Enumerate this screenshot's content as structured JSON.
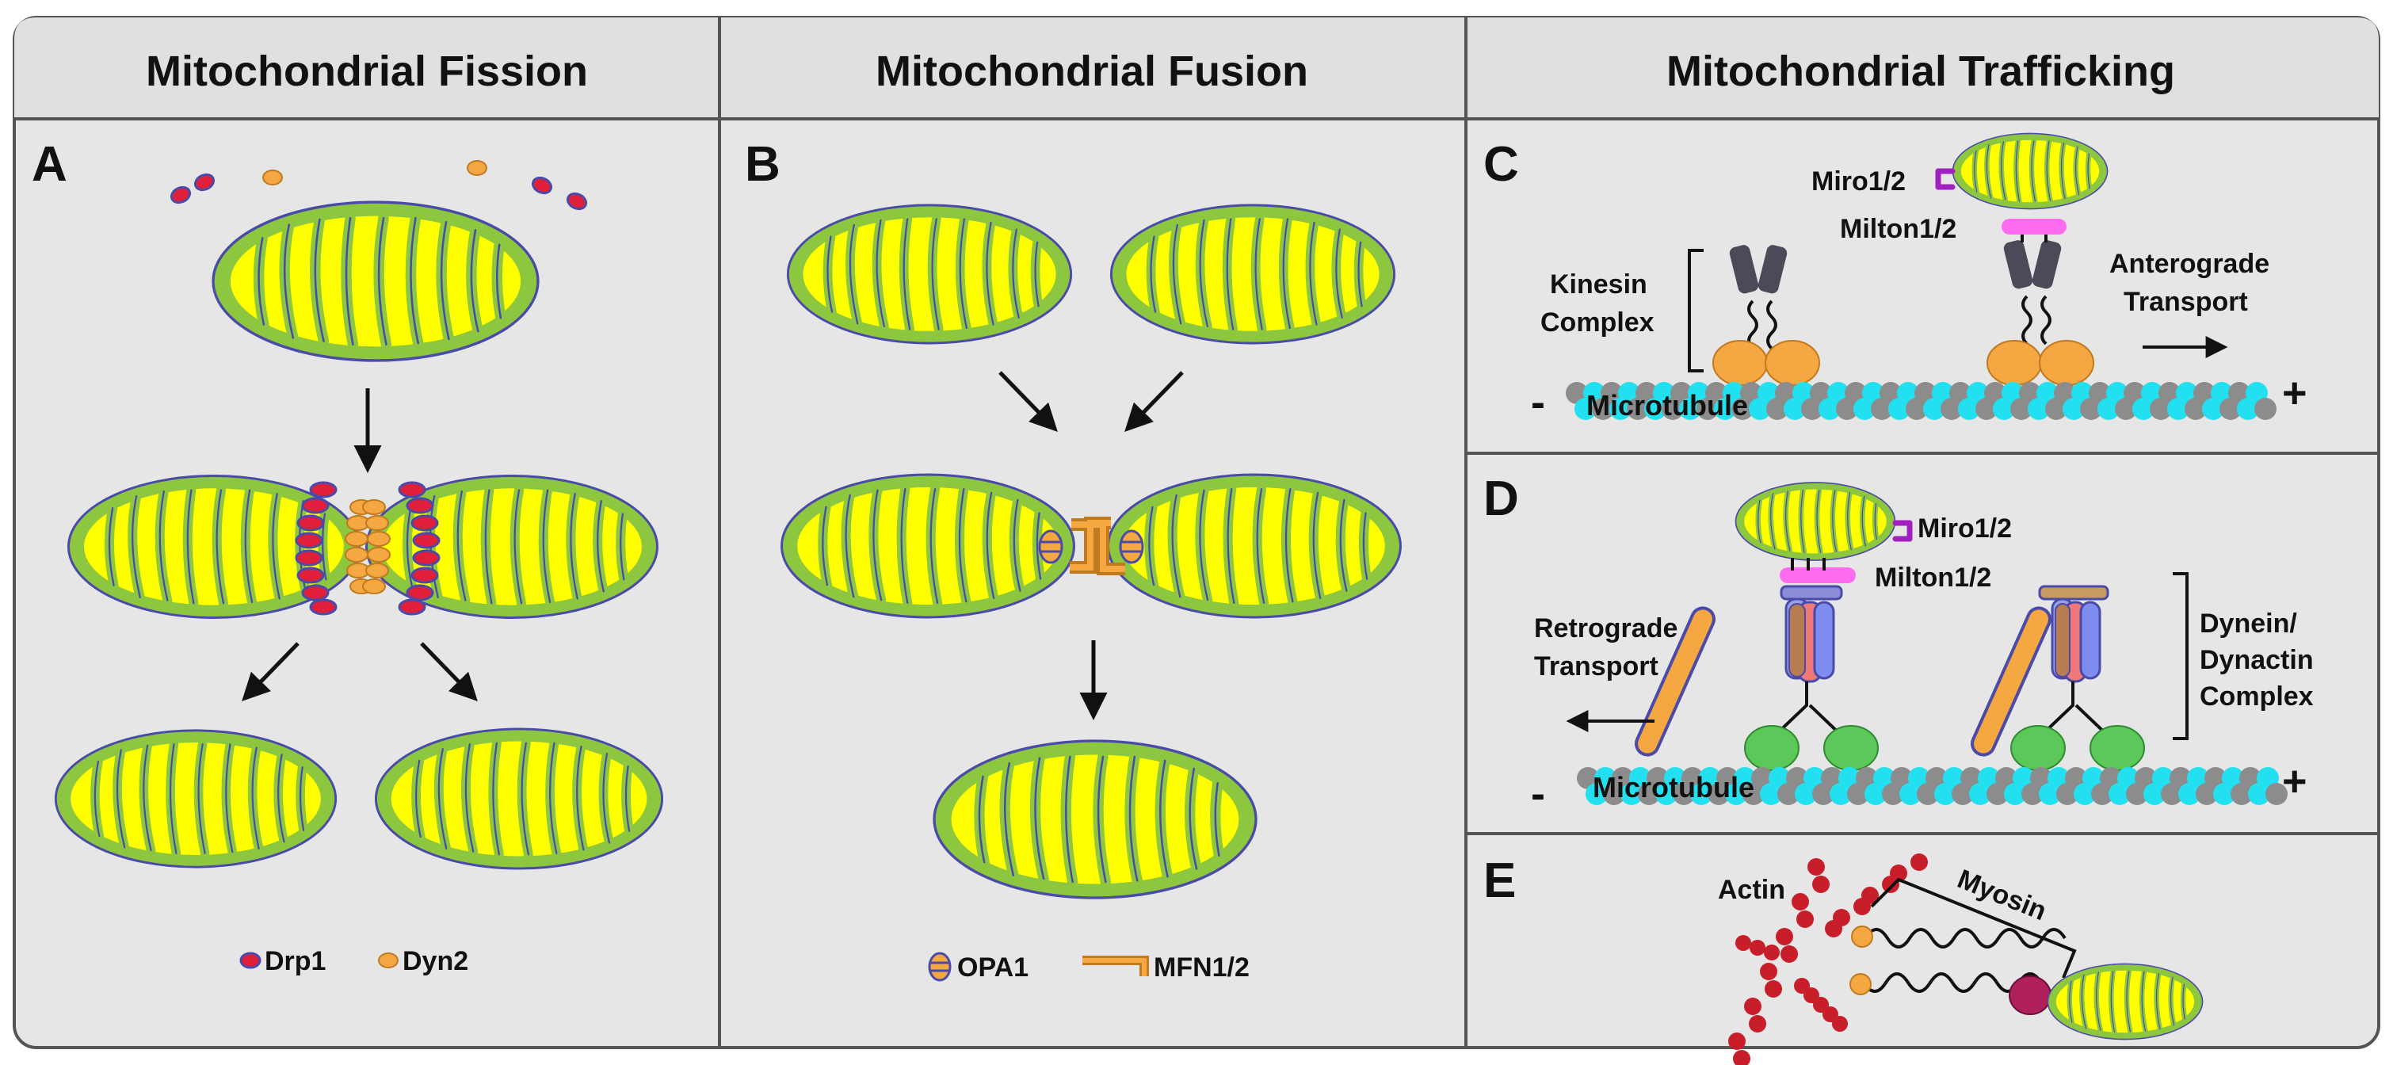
{
  "headers": {
    "fission": "Mitochondrial Fission",
    "fusion": "Mitochondrial Fusion",
    "trafficking": "Mitochondrial Trafficking"
  },
  "panels": {
    "A": "A",
    "B": "B",
    "C": "C",
    "D": "D",
    "E": "E"
  },
  "fission": {
    "legend": [
      "Drp1",
      "Dyn2"
    ]
  },
  "fusion": {
    "legend": [
      "OPA1",
      "MFN1/2"
    ]
  },
  "panel_c": {
    "miro": "Miro1/2",
    "milton": "Milton1/2",
    "kinesin": [
      "Kinesin",
      "Complex"
    ],
    "transport": [
      "Anterograde",
      "Transport"
    ],
    "microtubule": "Microtubule",
    "minus": "-",
    "plus": "+"
  },
  "panel_d": {
    "miro": "Miro1/2",
    "milton": "Milton1/2",
    "transport": [
      "Retrograde",
      "Transport"
    ],
    "complex": [
      "Dynein/",
      "Dynactin",
      "Complex"
    ],
    "microtubule": "Microtubule",
    "minus": "-",
    "plus": "+"
  },
  "panel_e": {
    "actin": "Actin",
    "myosin": "Myosin"
  },
  "colors": {
    "mito_outer": "#8dc63f",
    "mito_inner": "#ffff00",
    "drp1": "#e0203a",
    "dyn2": "#f5a742",
    "kinesin_motor": "#f5a742",
    "milton": "#ff6cf0",
    "miro": "#a020c0",
    "dynein_motor": "#5cc85a",
    "microtubule_a": "#8c8c8c",
    "microtubule_b": "#22e0f0",
    "actin": "#c81e2a",
    "myosin_head": "#b0205a"
  }
}
